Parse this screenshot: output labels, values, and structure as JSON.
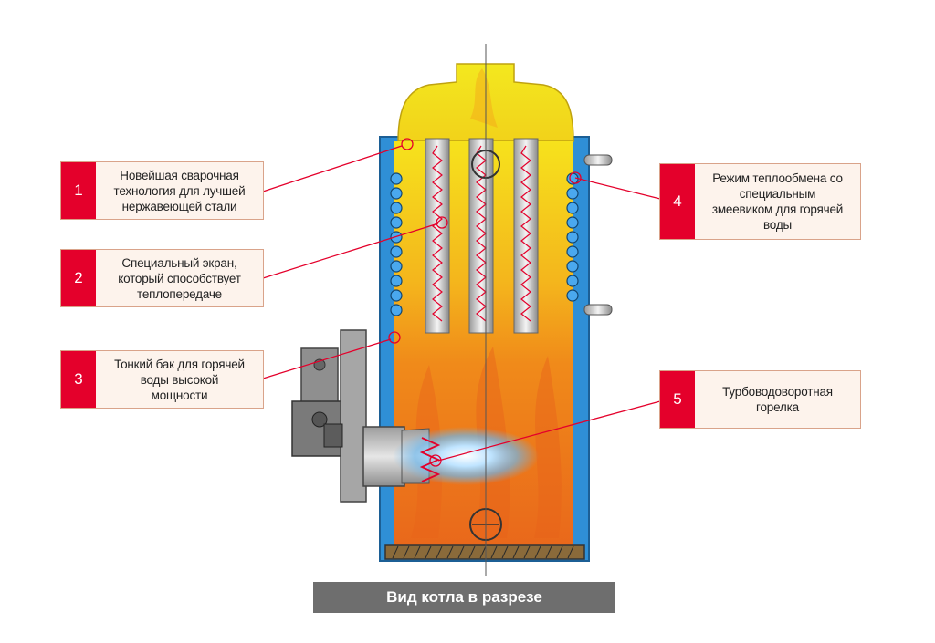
{
  "callouts": [
    {
      "number": "1",
      "text": "Новейшая сварочная\nтехнология для лучшей\nнержавеющей стали"
    },
    {
      "number": "2",
      "text": "Специальный экран,\nкоторый способствует\nтеплопередаче"
    },
    {
      "number": "3",
      "text": "Тонкий бак для горячей\nводы высокой\nмощности"
    },
    {
      "number": "4",
      "text": "Режим теплообмена со\nспециальным\nзмеевиком для горячей\nводы"
    },
    {
      "number": "5",
      "text": "Турбоводоворотная\nгорелка"
    }
  ],
  "caption": "Вид котла в разрезе",
  "colors": {
    "accent_red": "#e4002b",
    "water_blue": "#2f8fd6",
    "flame_orange": "#f07d1a",
    "flame_yellow": "#f6e21c",
    "caption_bg": "#6e6e6e"
  }
}
